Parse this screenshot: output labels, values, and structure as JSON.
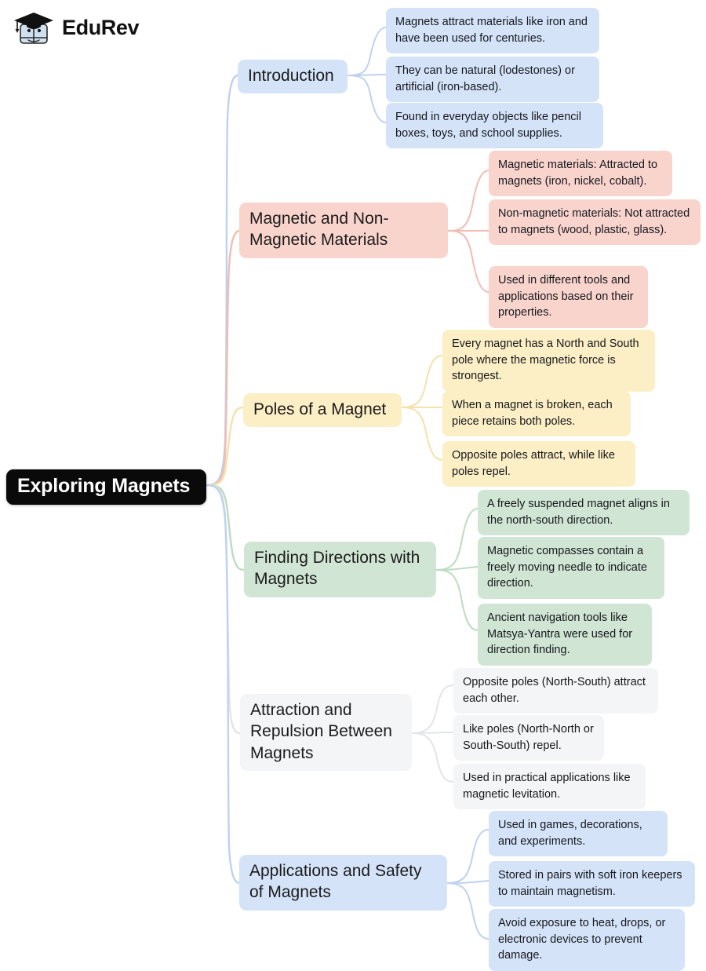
{
  "brand": {
    "name": "EduRev",
    "logo_icon": "graduation-cap-book-icon"
  },
  "mindmap": {
    "root": {
      "label": "Exploring Magnets",
      "color": "#0a0a0a",
      "text_color": "#ffffff"
    },
    "branches": [
      {
        "id": "introduction",
        "label": "Introduction",
        "color": "#d4e3f8",
        "leaves": [
          {
            "text": "Magnets attract materials like iron and have been used for centuries."
          },
          {
            "text": "They can be natural (lodestones) or artificial (iron-based)."
          },
          {
            "text": "Found in everyday objects like pencil boxes, toys, and school supplies."
          }
        ]
      },
      {
        "id": "magnetic-and-non-magnetic-materials",
        "label": "Magnetic and Non-Magnetic Materials",
        "color": "#f9d4cd",
        "leaves": [
          {
            "text": "Magnetic materials: Attracted to magnets (iron, nickel, cobalt)."
          },
          {
            "text": "Non-magnetic materials: Not attracted to magnets (wood, plastic, glass)."
          },
          {
            "text": "Used in different tools and applications based on their properties."
          }
        ]
      },
      {
        "id": "poles-of-a-magnet",
        "label": "Poles of a Magnet",
        "color": "#fceec5",
        "leaves": [
          {
            "text": "Every magnet has a North and South pole where the magnetic force is strongest."
          },
          {
            "text": "When a magnet is broken, each piece retains both poles."
          },
          {
            "text": "Opposite poles attract, while like poles repel."
          }
        ]
      },
      {
        "id": "finding-directions-with-magnets",
        "label": "Finding Directions with Magnets",
        "color": "#d0e5d3",
        "leaves": [
          {
            "text": "A freely suspended magnet aligns in the north-south direction."
          },
          {
            "text": "Magnetic compasses contain a freely moving needle to indicate direction."
          },
          {
            "text": "Ancient navigation tools like Matsya-Yantra were used for direction finding."
          }
        ]
      },
      {
        "id": "attraction-and-repulsion-between-magnets",
        "label": "Attraction and Repulsion Between Magnets",
        "color": "#f4f5f6",
        "leaves": [
          {
            "text": "Opposite poles (North-South) attract each other."
          },
          {
            "text": "Like poles (North-North or South-South) repel."
          },
          {
            "text": "Used in practical applications like magnetic levitation."
          }
        ]
      },
      {
        "id": "applications-and-safety-of-magnets",
        "label": "Applications and Safety of Magnets",
        "color": "#d4e3f8",
        "leaves": [
          {
            "text": "Used in games, decorations, and experiments."
          },
          {
            "text": "Stored in pairs with soft iron keepers to maintain magnetism."
          },
          {
            "text": "Avoid exposure to heat, drops, or electronic devices to prevent damage."
          }
        ]
      }
    ]
  }
}
